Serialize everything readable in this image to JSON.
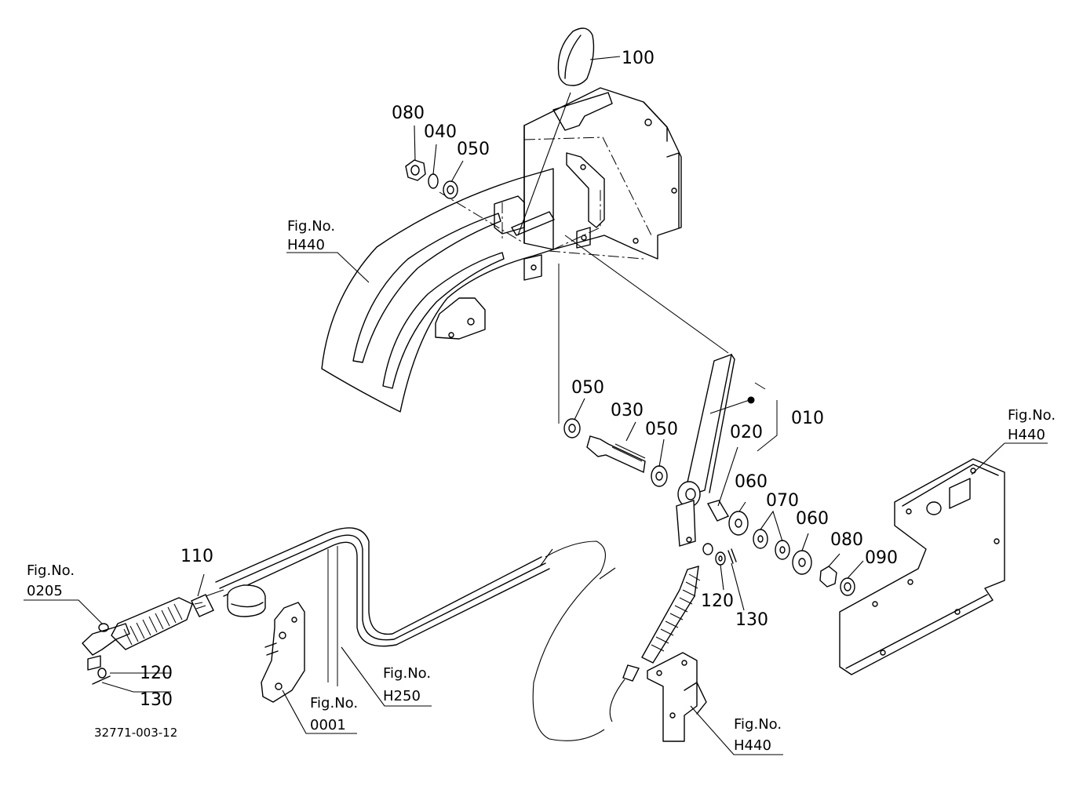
{
  "drawing_number": "32771-003-12",
  "parts": {
    "p100": "100",
    "p080_top": "080",
    "p040": "040",
    "p050_top": "050",
    "p050_left": "050",
    "p030": "030",
    "p050_mid": "050",
    "p020": "020",
    "p010": "010",
    "p060_a": "060",
    "p070": "070",
    "p060_b": "060",
    "p080_right": "080",
    "p090": "090",
    "p120_mid": "120",
    "p130_mid": "130",
    "p110": "110",
    "p120_left": "120",
    "p130_left": "130"
  },
  "references": {
    "fig_prefix": "Fig.No.",
    "h440_left": "H440",
    "h440_right": "H440",
    "h440_bottom": "H440",
    "r0205": "0205",
    "h250": "H250",
    "r0001": "0001"
  }
}
